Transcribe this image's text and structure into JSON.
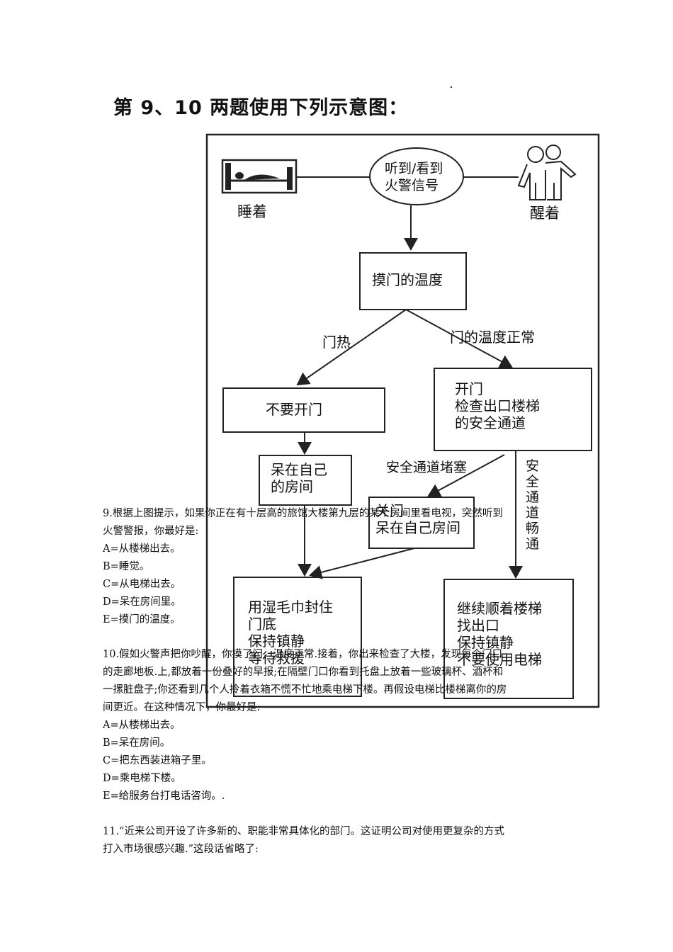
{
  "header": {
    "title": "第 9、10 两题使用下列示意图："
  },
  "diagram": {
    "sleeping_label": "睡着",
    "awake_label": "醒着",
    "signal": [
      "听到/看到",
      "火警信号"
    ],
    "touch_door": "摸门的温度",
    "door_hot": "门热",
    "door_normal": "门的温度正常",
    "dont_open": "不要开门",
    "open_door": [
      "开门",
      "检查出口楼梯",
      "的安全通道"
    ],
    "stay_room": [
      "呆在自己",
      "的房间"
    ],
    "passage_blocked": "安全通道堵塞",
    "close_door": [
      "关门",
      "呆在自己房间"
    ],
    "passage_clear": [
      "安",
      "全",
      "通",
      "道",
      "畅",
      "通"
    ],
    "seal_door": [
      "用湿毛巾封住",
      "门底",
      "保持镇静",
      "等待救援"
    ],
    "continue_stairs": [
      "继续顺着楼梯",
      "找出口",
      "保持镇静",
      "不要使用电梯"
    ]
  },
  "q9": {
    "stem_lines": [
      "9.根据上图提示，如果你正在有十层高的旅馆大楼第九层的某个房间里看电视，突然听到",
      "火警警报，你最好是:"
    ],
    "options": [
      "A=从楼梯出去。",
      "B=睡觉。",
      "C=从电梯出去。",
      "D=呆在房间里。",
      "E=摸门的温度。"
    ]
  },
  "q10": {
    "stem_lines": [
      "10.假如火警声把你吵醒，你摸了门，温度正常.接着，你出来检查了大楼，发现每个门口",
      "的走廊地板.上,都放着一份叠好的早报;在隔壁门口你看到托盘上放着一些玻璃杯、酒杯和",
      "一摞脏盘子;你还看到几个人拎着衣箱不慌不忙地乘电梯下楼。再假设电梯比楼梯离你的房",
      "间更近。在这种情况下，你最好是:"
    ],
    "options": [
      "A=从楼梯出去。",
      "B=呆在房间。",
      "C=把东西装进箱子里。",
      "D=乘电梯下楼。",
      "E=给服务台打电话咨询。."
    ]
  },
  "q11": {
    "stem_lines": [
      "11.“近来公司开设了许多新的、职能非常具体化的部门。这证明公司对使用更复杂的方式",
      "打入市场很感兴趣.”这段话省略了:"
    ]
  }
}
